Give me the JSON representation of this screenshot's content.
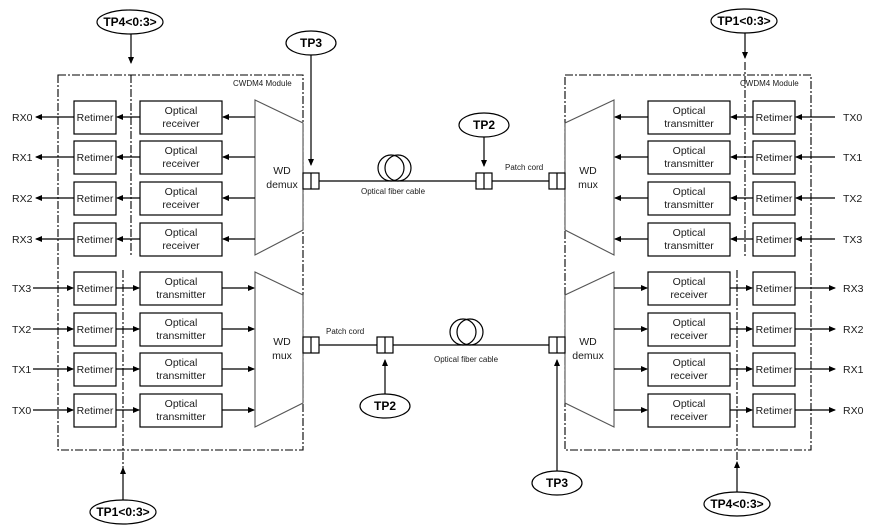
{
  "diagram": {
    "module_label": "CWDM4 Module",
    "retimer": "Retimer",
    "optical": "Optical",
    "receiver": "receiver",
    "transmitter": "transmitter",
    "wd": "WD",
    "demux": "demux",
    "mux": "mux",
    "patch_cord": "Patch cord",
    "fiber_cable": "Optical fiber cable",
    "test_points": {
      "tp4_top_left": "TP4<0:3>",
      "tp3_top": "TP3",
      "tp2_top": "TP2",
      "tp1_top_right": "TP1<0:3>",
      "tp1_bottom_left": "TP1<0:3>",
      "tp2_bottom": "TP2",
      "tp3_bottom": "TP3",
      "tp4_bottom_right": "TP4<0:3>"
    },
    "left_rx_signals": [
      "RX0",
      "RX1",
      "RX2",
      "RX3"
    ],
    "left_tx_signals": [
      "TX3",
      "TX2",
      "TX1",
      "TX0"
    ],
    "right_tx_signals": [
      "TX0",
      "TX1",
      "TX2",
      "TX3"
    ],
    "right_rx_signals": [
      "RX3",
      "RX2",
      "RX1",
      "RX0"
    ]
  }
}
